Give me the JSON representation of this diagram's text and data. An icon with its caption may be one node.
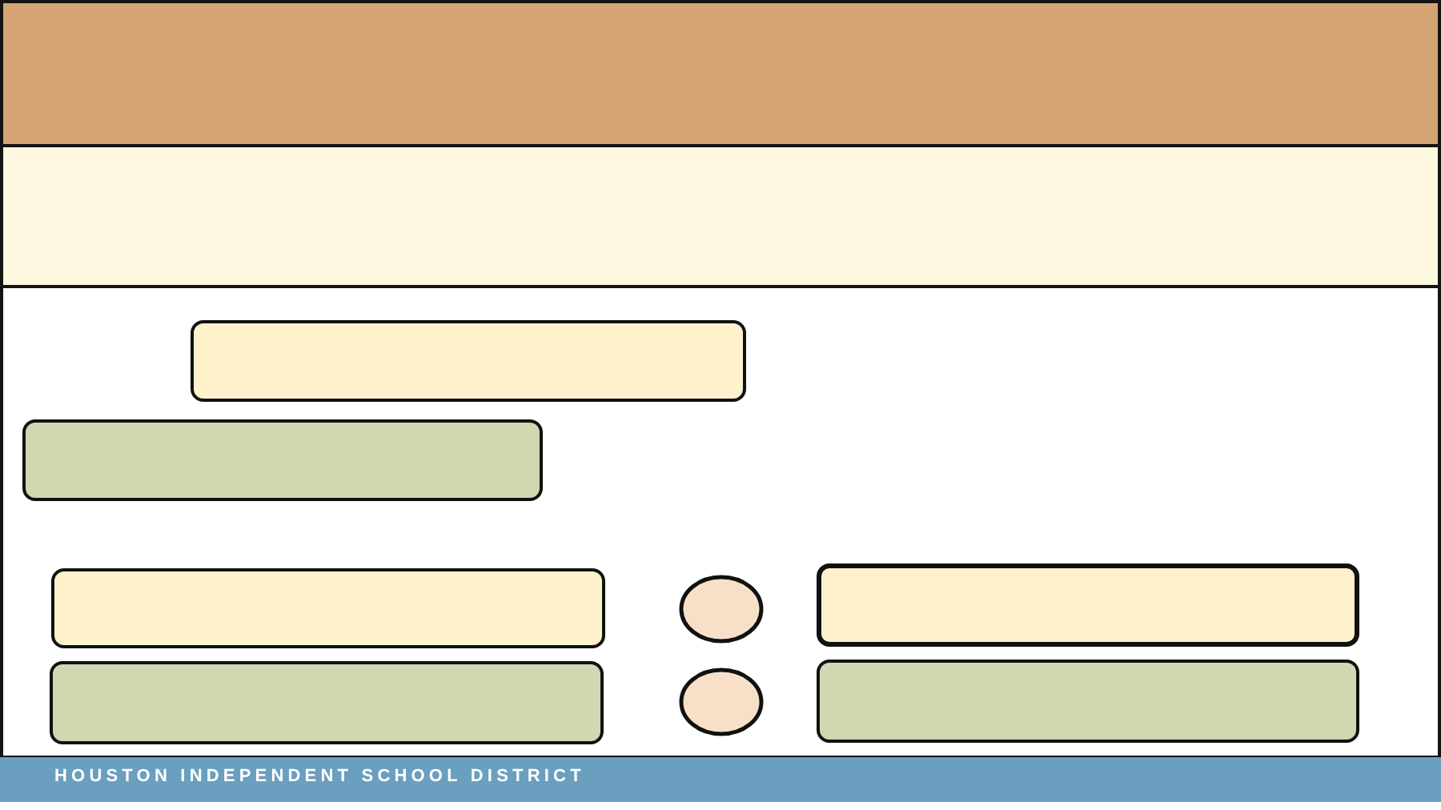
{
  "diagram": {
    "nodes": [
      {
        "text": [],
        "shape": "bar"
      },
      {
        "text": [],
        "shape": "bar"
      },
      {
        "text": [],
        "shape": "box"
      },
      {
        "text": [],
        "shape": "box"
      },
      {
        "text": [],
        "shape": "box"
      },
      {
        "text": [],
        "shape": "circle"
      },
      {
        "text": [],
        "shape": "box"
      },
      {
        "text": [],
        "shape": "box"
      },
      {
        "text": [],
        "shape": "circle"
      },
      {
        "text": [],
        "shape": "box"
      },
      {
        "text": [
          "HOUSTON INDEPENDENT SCHOOL DISTRICT"
        ]
      }
    ]
  }
}
